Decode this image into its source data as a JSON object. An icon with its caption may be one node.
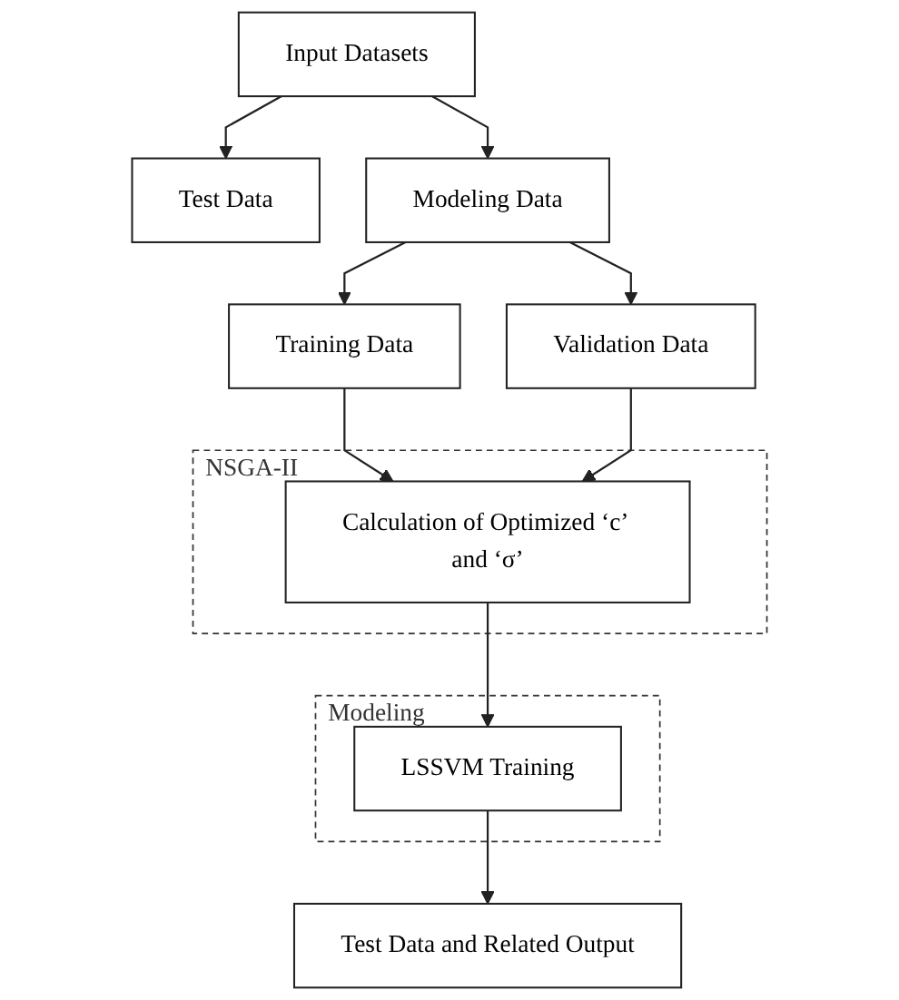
{
  "diagram": {
    "nodes": [
      {
        "text": [
          "Input Datasets"
        ]
      },
      {
        "text": [
          "Test Data"
        ]
      },
      {
        "text": [
          "Modeling Data"
        ]
      },
      {
        "text": [
          "Training Data"
        ]
      },
      {
        "text": [
          "Validation Data"
        ]
      },
      {
        "text": [
          "NSGA-II"
        ]
      },
      {
        "text": [
          "Calculation of Optimized ‘c’ and ‘σ’"
        ],
        "in": 5
      },
      {
        "text": [
          "Modeling"
        ]
      },
      {
        "text": [
          "LSSVM Training"
        ],
        "in": 7
      },
      {
        "text": [
          "Test Data and Related Output"
        ]
      }
    ],
    "edges": [
      {
        "from": 0,
        "to": 1,
        "arrow": "to"
      },
      {
        "from": 0,
        "to": 2,
        "arrow": "to"
      },
      {
        "from": 2,
        "to": 3,
        "arrow": "to"
      },
      {
        "from": 2,
        "to": 4,
        "arrow": "to"
      },
      {
        "from": 3,
        "to": 6,
        "arrow": "to"
      },
      {
        "from": 4,
        "to": 6,
        "arrow": "to"
      },
      {
        "from": 6,
        "to": 8,
        "arrow": "to"
      },
      {
        "from": 8,
        "to": 9,
        "arrow": "to"
      }
    ]
  }
}
